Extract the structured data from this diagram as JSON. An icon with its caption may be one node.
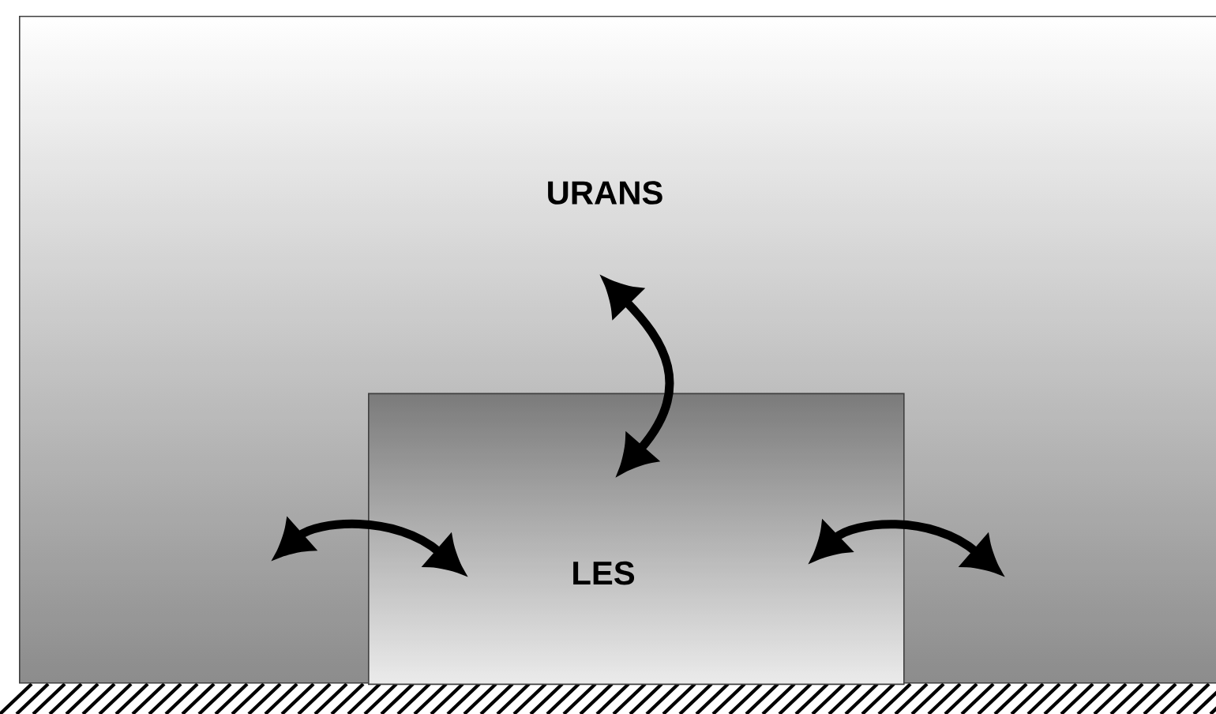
{
  "diagram": {
    "nodes": [
      {
        "text": [
          "URANS"
        ]
      },
      {
        "text": [
          "LES"
        ],
        "in": 0
      }
    ]
  }
}
